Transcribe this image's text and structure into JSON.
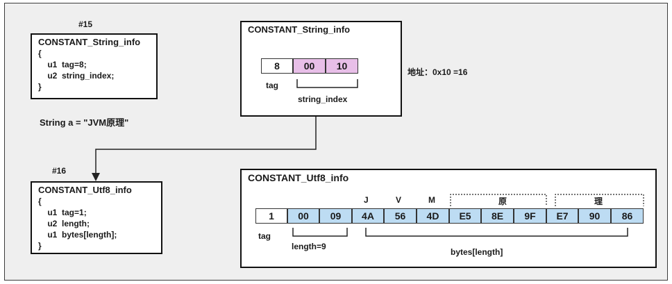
{
  "left_top": {
    "number": "#15",
    "title": "CONSTANT_String_info",
    "lines": [
      "{",
      "    u1  tag=8;",
      "    u2  string_index;",
      "}"
    ]
  },
  "string_decl": "String a = \"JVM原理\"",
  "left_bottom": {
    "number": "#16",
    "title": "CONSTANT_Utf8_info",
    "lines": [
      "{",
      "    u1  tag=1;",
      "    u2  length;",
      "    u1  bytes[length];",
      "}"
    ]
  },
  "string_info": {
    "title": "CONSTANT_String_info",
    "cells": [
      "8",
      "00",
      "10"
    ],
    "tag_label": "tag",
    "index_label": "string_index",
    "address_note": "地址：0x10 =16"
  },
  "utf8_info": {
    "title": "CONSTANT_Utf8_info",
    "cells": [
      "1",
      "00",
      "09",
      "4A",
      "56",
      "4D",
      "E5",
      "8E",
      "9F",
      "E7",
      "90",
      "86"
    ],
    "char_labels": [
      "J",
      "V",
      "M",
      "原",
      "理"
    ],
    "tag_label": "tag",
    "length_label": "length=9",
    "bytes_label": "bytes[length]"
  },
  "colors": {
    "background": "#efefef",
    "index_cells": "#e8bfe8",
    "utf8_cells": "#bddcf3"
  }
}
